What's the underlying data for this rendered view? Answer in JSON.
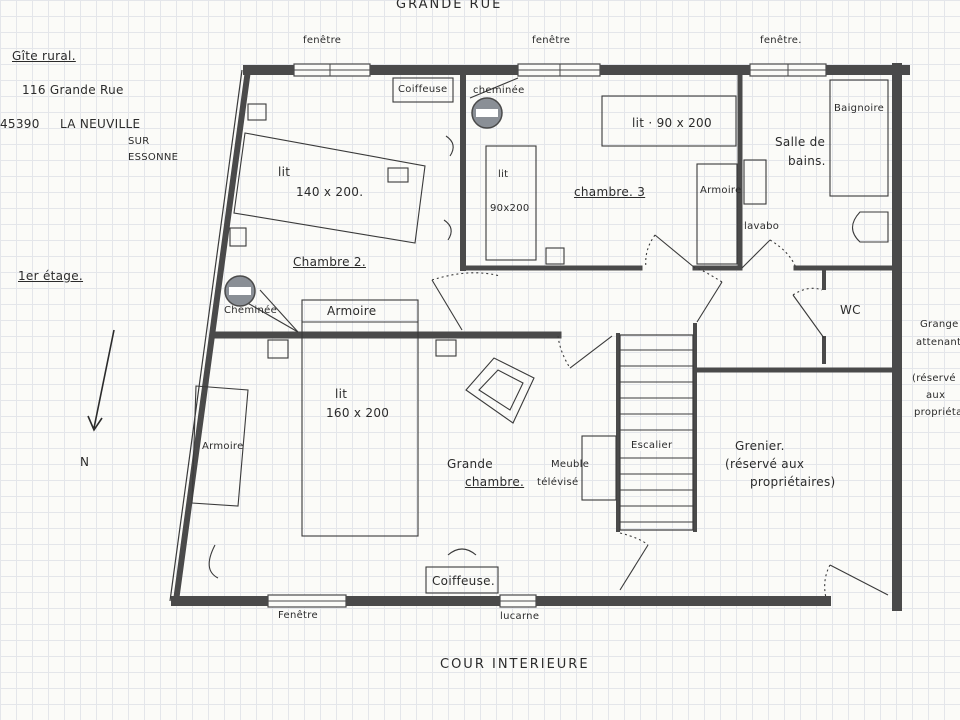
{
  "address": {
    "line1": "Gîte rural.",
    "line2": "116   Grande Rue",
    "line3_zip": "45390",
    "line3_town": "LA NEUVILLE",
    "line4": "SUR",
    "line5": "ESSONNE"
  },
  "floor_label": "1er étage.",
  "north_label": "N",
  "streets": {
    "top": "GRANDE    RUE",
    "bottom": "COUR    INTERIEURE"
  },
  "openings": {
    "fenetre_top_left": "fenêtre",
    "fenetre_top_center": "fenêtre",
    "fenetre_top_right": "fenêtre.",
    "fenetre_bottom": "Fenêtre",
    "lucarne": "lucarne"
  },
  "rooms": {
    "chambre2": "Chambre  2.",
    "chambre3": "chambre. 3",
    "grande_chambre_1": "Grande",
    "grande_chambre_2": "chambre.",
    "salle_de_bains_1": "Salle de",
    "salle_de_bains_2": "bains.",
    "wc": "WC",
    "escalier": "Escalier",
    "grenier_1": "Grenier.",
    "grenier_2": "(réservé aux",
    "grenier_3": "propriétaires)"
  },
  "furniture": {
    "coiffeuse_top": "Coiffeuse",
    "cheminee_top": "cheminée",
    "lit_140_1": "lit",
    "lit_140_2": "140 x 200.",
    "lit_90_a_1": "lit",
    "lit_90_a_2": "90x200",
    "lit_90_b": "lit · 90 x 200",
    "armoire_ch3": "Armoire",
    "baignoire": "Baignoire",
    "lavabo": "lavabo",
    "cheminee_left": "Cheminée",
    "armoire_mid": "Armoire",
    "lit_160_1": "lit",
    "lit_160_2": "160 x 200",
    "armoire_left": "Armoire",
    "meuble_tv_1": "Meuble",
    "meuble_tv_2": "télévisé",
    "coiffeuse_bottom": "Coiffeuse."
  },
  "side_notes": {
    "grange_1": "Grange",
    "grange_2": "attenante",
    "reserve_1": "(réservé",
    "reserve_2": "aux",
    "reserve_3": "propriétaires"
  },
  "colors": {
    "wall": "#4a4a4a",
    "ink": "#2b2b2b",
    "grid": "#e4e6ea",
    "paper": "#fbfbf8",
    "chimney": "#8a8f96"
  }
}
